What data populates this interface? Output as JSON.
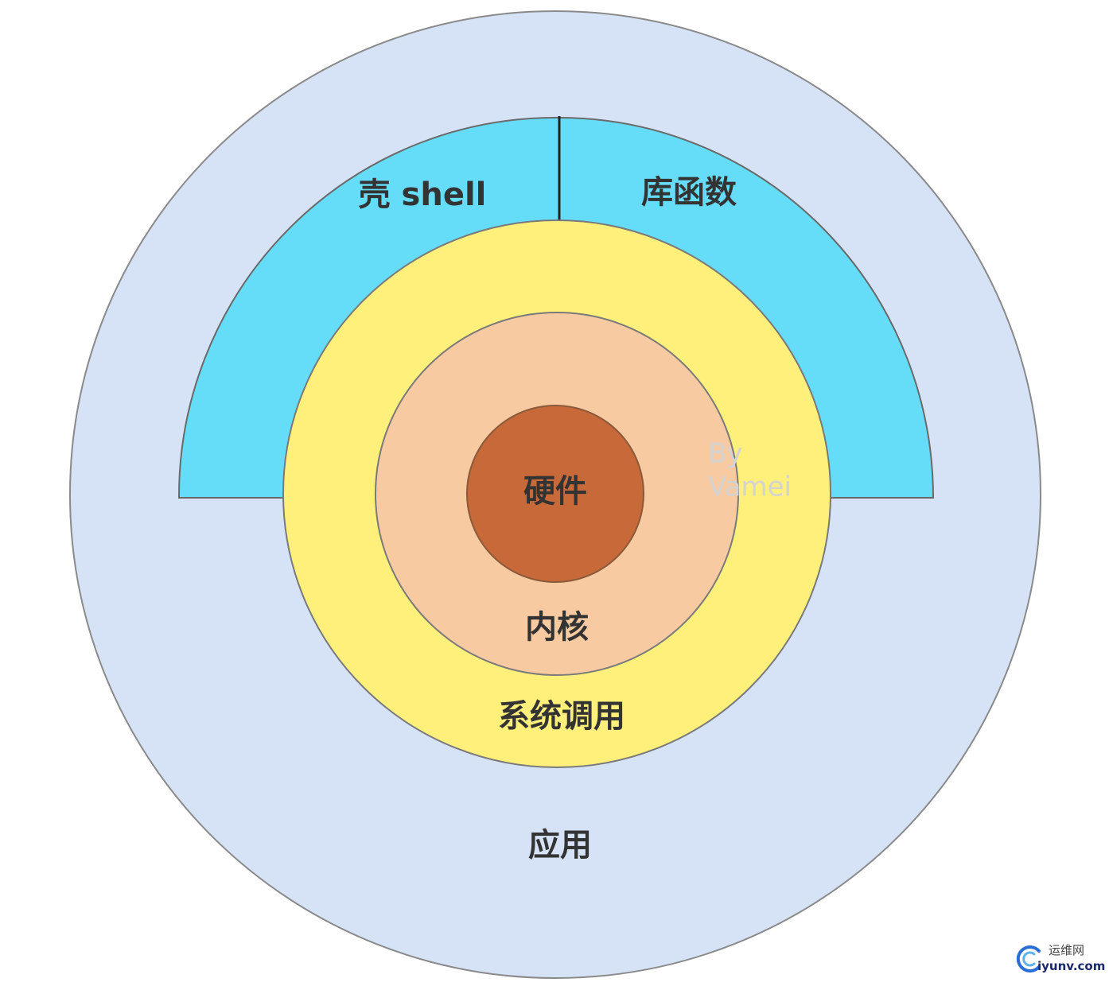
{
  "layers": {
    "application": {
      "label": "应用",
      "color": "#d6e3f7"
    },
    "shell": {
      "label": "壳 shell",
      "color": "#66ddf8"
    },
    "library": {
      "label": "库函数",
      "color": "#66ddf8"
    },
    "syscall": {
      "label": "系统调用",
      "color": "#fff07c"
    },
    "kernel": {
      "label": "内核",
      "color": "#f7caa1"
    },
    "hardware": {
      "label": "硬件",
      "color": "#c8693a"
    }
  },
  "watermark": {
    "line1": "By",
    "line2": "Vamei"
  },
  "site_logo": {
    "cn": "运维网",
    "en": "iyunv.com"
  }
}
